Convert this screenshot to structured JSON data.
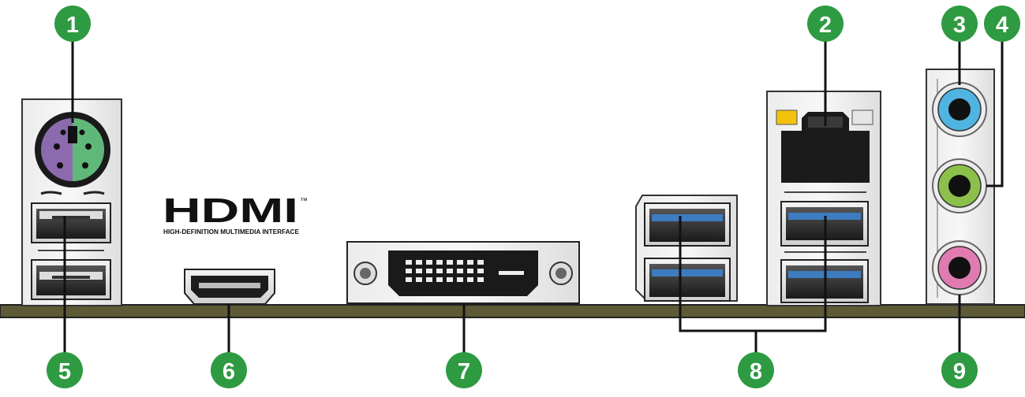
{
  "logo": {
    "wordmark": "HDMI",
    "trademark": "™",
    "tagline": "HIGH-DEFINITION MULTIMEDIA INTERFACE"
  },
  "callouts": [
    {
      "number": "1",
      "target": "ps2-port"
    },
    {
      "number": "2",
      "target": "lan-port"
    },
    {
      "number": "3",
      "target": "audio-line-in"
    },
    {
      "number": "4",
      "target": "audio-line-out"
    },
    {
      "number": "5",
      "target": "usb2-ports"
    },
    {
      "number": "6",
      "target": "hdmi-port"
    },
    {
      "number": "7",
      "target": "dvi-port"
    },
    {
      "number": "8",
      "target": "usb3-ports"
    },
    {
      "number": "9",
      "target": "audio-mic-in"
    }
  ],
  "colors": {
    "badge": "#2e9a41",
    "ps2_left": "#8b6aae",
    "ps2_right": "#5fb87a",
    "usb3_tongue": "#3d7cc0",
    "audio_line_in": "#4fb4e0",
    "audio_line_out": "#8cc04a",
    "audio_mic": "#e07bb0",
    "lan_led_left": "#f2c20c",
    "board": "#5e5a35"
  }
}
